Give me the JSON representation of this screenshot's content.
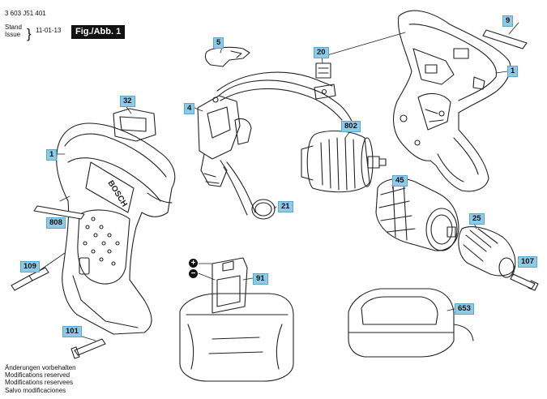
{
  "header": {
    "part_number": "3 603 J51 401",
    "stand_label": "Stand",
    "issue_label": "Issue",
    "brace": "}",
    "date": "11-01-13",
    "figure_label": "Fig./Abb. 1"
  },
  "callouts": {
    "c9": "9",
    "c1_right": "1",
    "c5": "5",
    "c20": "20",
    "c4": "4",
    "c802": "802",
    "c32": "32",
    "c1_left": "1",
    "c21": "21",
    "c45": "45",
    "c808": "808",
    "c25": "25",
    "c107": "107",
    "c109": "109",
    "c91": "91",
    "c653": "653",
    "c101": "101"
  },
  "battery_signs": {
    "plus": "+",
    "minus": "−"
  },
  "brand_text": "BOSCH",
  "notes": [
    "Änderungen vorbehalten",
    "Modifications reserved",
    "Modifications reservees",
    "Salvo modificaciones"
  ],
  "colors": {
    "callout_fill": "#8ec9e6",
    "line": "#222222"
  }
}
